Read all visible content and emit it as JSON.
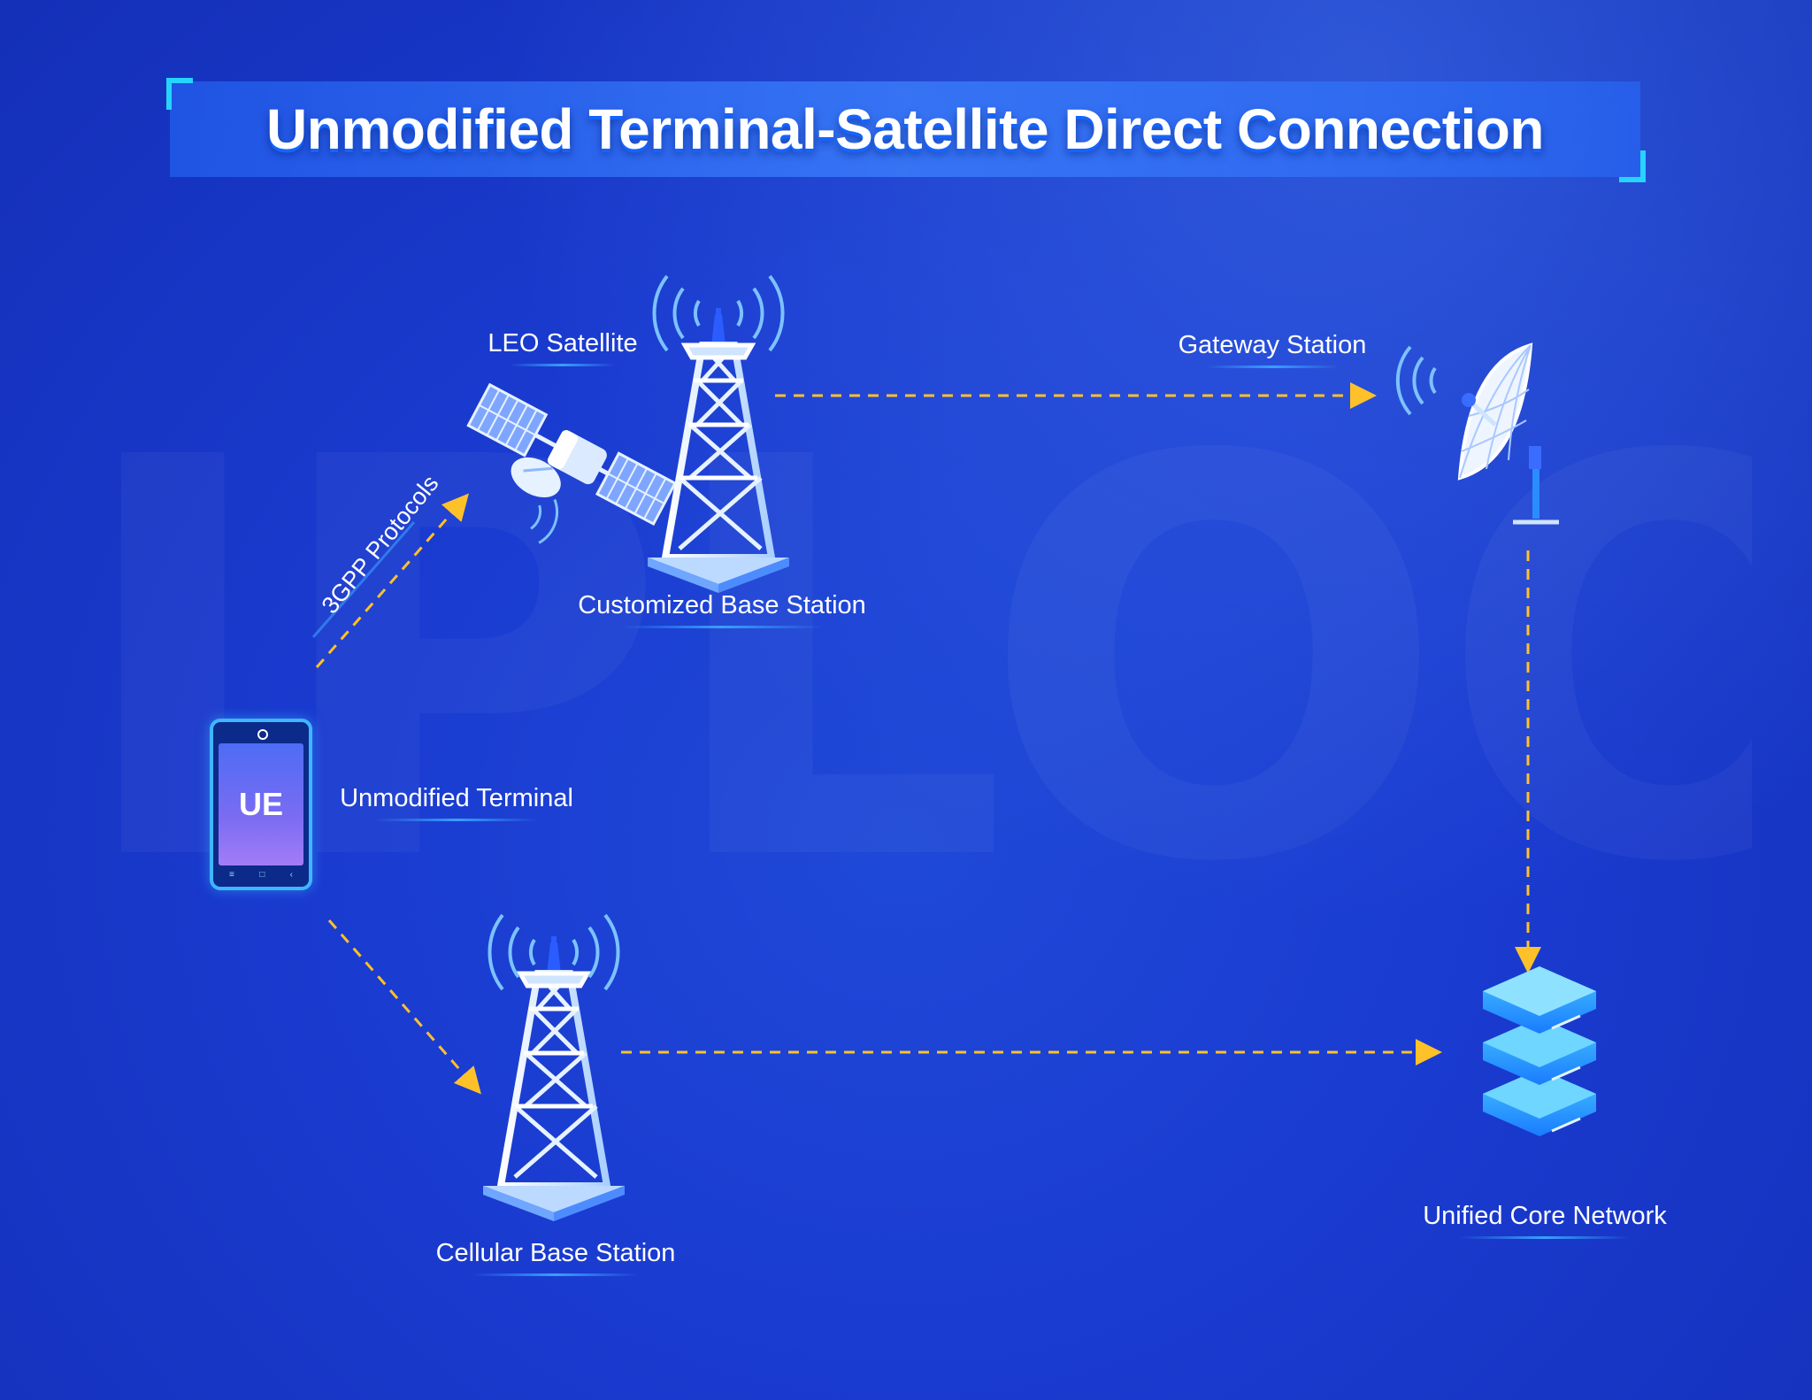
{
  "title": "Unmodified Terminal-Satellite Direct Connection",
  "watermark": "IPLOOK",
  "nodes": {
    "leo_satellite": "LEO Satellite",
    "customized_base_station": "Customized Base Station",
    "gateway_station": "Gateway Station",
    "unmodified_terminal": "Unmodified Terminal",
    "cellular_base_station": "Cellular Base Station",
    "unified_core_network": "Unified Core Network"
  },
  "terminal_screen": "UE",
  "edge_labels": {
    "protocol": "3GPP Protocols"
  },
  "colors": {
    "background": "#1a3bd0",
    "arrow": "#ffc12a",
    "accent": "#27d4ff",
    "icon_light": "#e6f2ff"
  },
  "icons": [
    "satellite-icon",
    "tower-icon",
    "satellite-dish-icon",
    "smartphone-icon",
    "server-stack-icon"
  ]
}
